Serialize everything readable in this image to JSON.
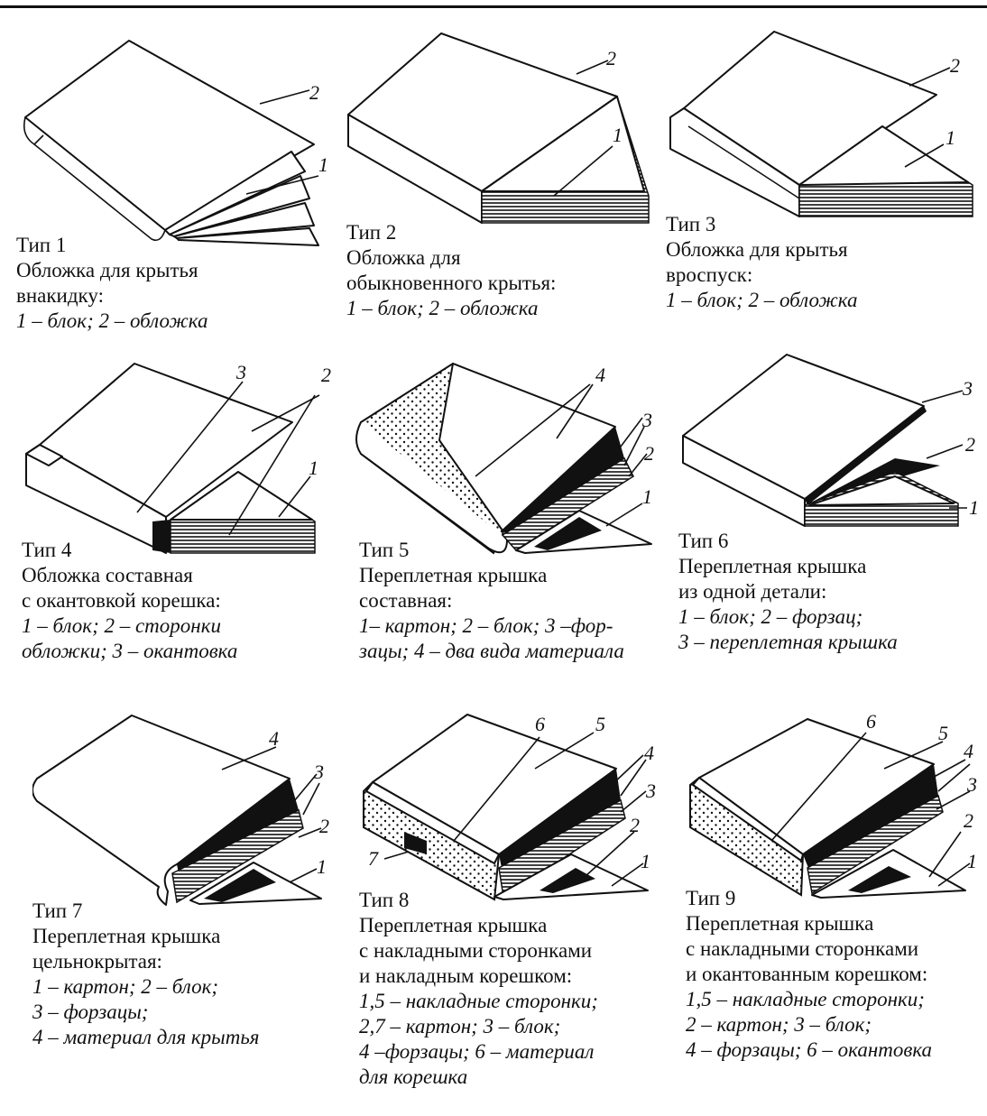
{
  "items": [
    {
      "type": "Тип 1",
      "title": [
        "Обложка для крытья",
        "внакидку:"
      ],
      "legend": [
        "1 – блок;  2 – обложка"
      ],
      "labels": [
        "1",
        "2"
      ]
    },
    {
      "type": "Тип 2",
      "title": [
        "Обложка для",
        "обыкновенного крытья:"
      ],
      "legend": [
        "1 – блок;  2 – обложка"
      ],
      "labels": [
        "1",
        "2"
      ]
    },
    {
      "type": "Тип 3",
      "title": [
        "Обложка для крытья",
        "вроспуск:"
      ],
      "legend": [
        "1 – блок;  2 – обложка"
      ],
      "labels": [
        "1",
        "2"
      ]
    },
    {
      "type": "Тип 4",
      "title": [
        "Обложка составная",
        "с окантовкой корешка:"
      ],
      "legend": [
        "1 – блок;  2 – сторонки",
        "обложки;  3 – окантовка"
      ],
      "labels": [
        "1",
        "2",
        "3"
      ]
    },
    {
      "type": "Тип 5",
      "title": [
        "Переплетная крышка",
        "составная:"
      ],
      "legend": [
        "1– картон; 2 – блок; 3 –фор-",
        "зацы; 4 – два вида материала"
      ],
      "labels": [
        "1",
        "2",
        "3",
        "4"
      ]
    },
    {
      "type": "Тип 6",
      "title": [
        "Переплетная крышка",
        "из одной детали:"
      ],
      "legend": [
        "1 – блок;  2 – форзац;",
        "3 – переплетная крышка"
      ],
      "labels": [
        "1",
        "2",
        "3"
      ]
    },
    {
      "type": "Тип 7",
      "title": [
        "Переплетная крышка",
        "цельнокрытая:"
      ],
      "legend": [
        "1 – картон;  2 – блок;",
        "3 – форзацы;",
        "4 – материал для крытья"
      ],
      "labels": [
        "1",
        "2",
        "3",
        "4"
      ]
    },
    {
      "type": "Тип 8",
      "title": [
        "Переплетная крышка",
        "с накладными сторонками",
        "и накладным корешком:"
      ],
      "legend": [
        "1,5 – накладные сторонки;",
        "2,7 – картон;  3 – блок;",
        "4 –форзацы; 6 – материал",
        "для корешка"
      ],
      "labels": [
        "1",
        "2",
        "3",
        "4",
        "5",
        "6",
        "7"
      ]
    },
    {
      "type": "Тип 9",
      "title": [
        "Переплетная крышка",
        "с накладными сторонками",
        "и окантованным корешком:"
      ],
      "legend": [
        "1,5 – накладные сторонки;",
        "2 – картон;  3 – блок;",
        "4 – форзацы; 6 – окантовка"
      ],
      "labels": [
        "1",
        "2",
        "3",
        "4",
        "5",
        "6"
      ]
    }
  ]
}
